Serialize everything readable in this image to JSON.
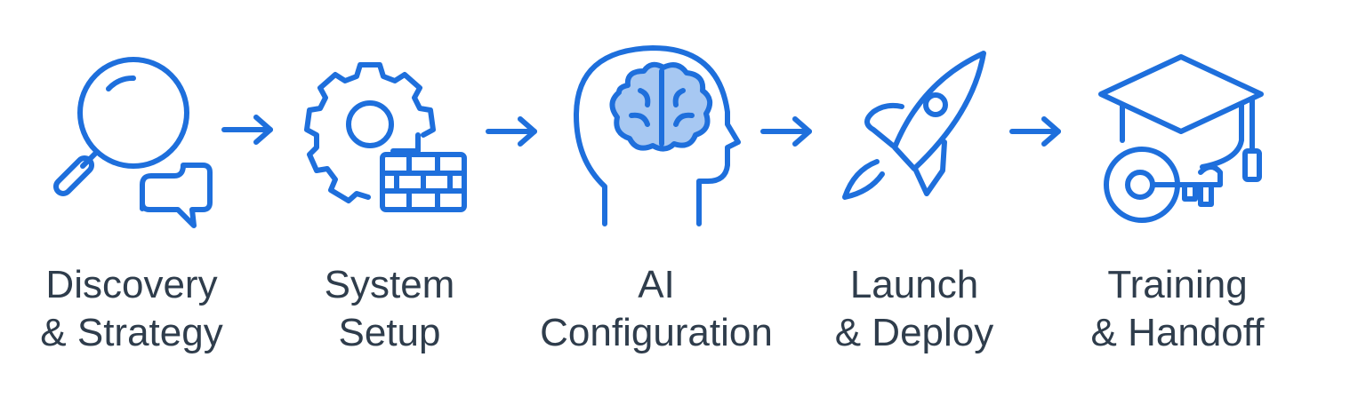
{
  "colors": {
    "accent": "#1e6fdc",
    "accent_light": "#a7c8f2",
    "label_text": "#2f3d4c",
    "background": "#ffffff"
  },
  "steps": [
    {
      "icon": "magnifier-chat-icon",
      "line1": "Discovery",
      "line2": "& Strategy"
    },
    {
      "icon": "gear-blocks-icon",
      "line1": "System",
      "line2": "Setup"
    },
    {
      "icon": "head-brain-icon",
      "line1": "AI",
      "line2": "Configuration"
    },
    {
      "icon": "rocket-icon",
      "line1": "Launch",
      "line2": "& Deploy"
    },
    {
      "icon": "graduation-cap-key-icon",
      "line1": "Training",
      "line2": "& Handoff"
    }
  ]
}
